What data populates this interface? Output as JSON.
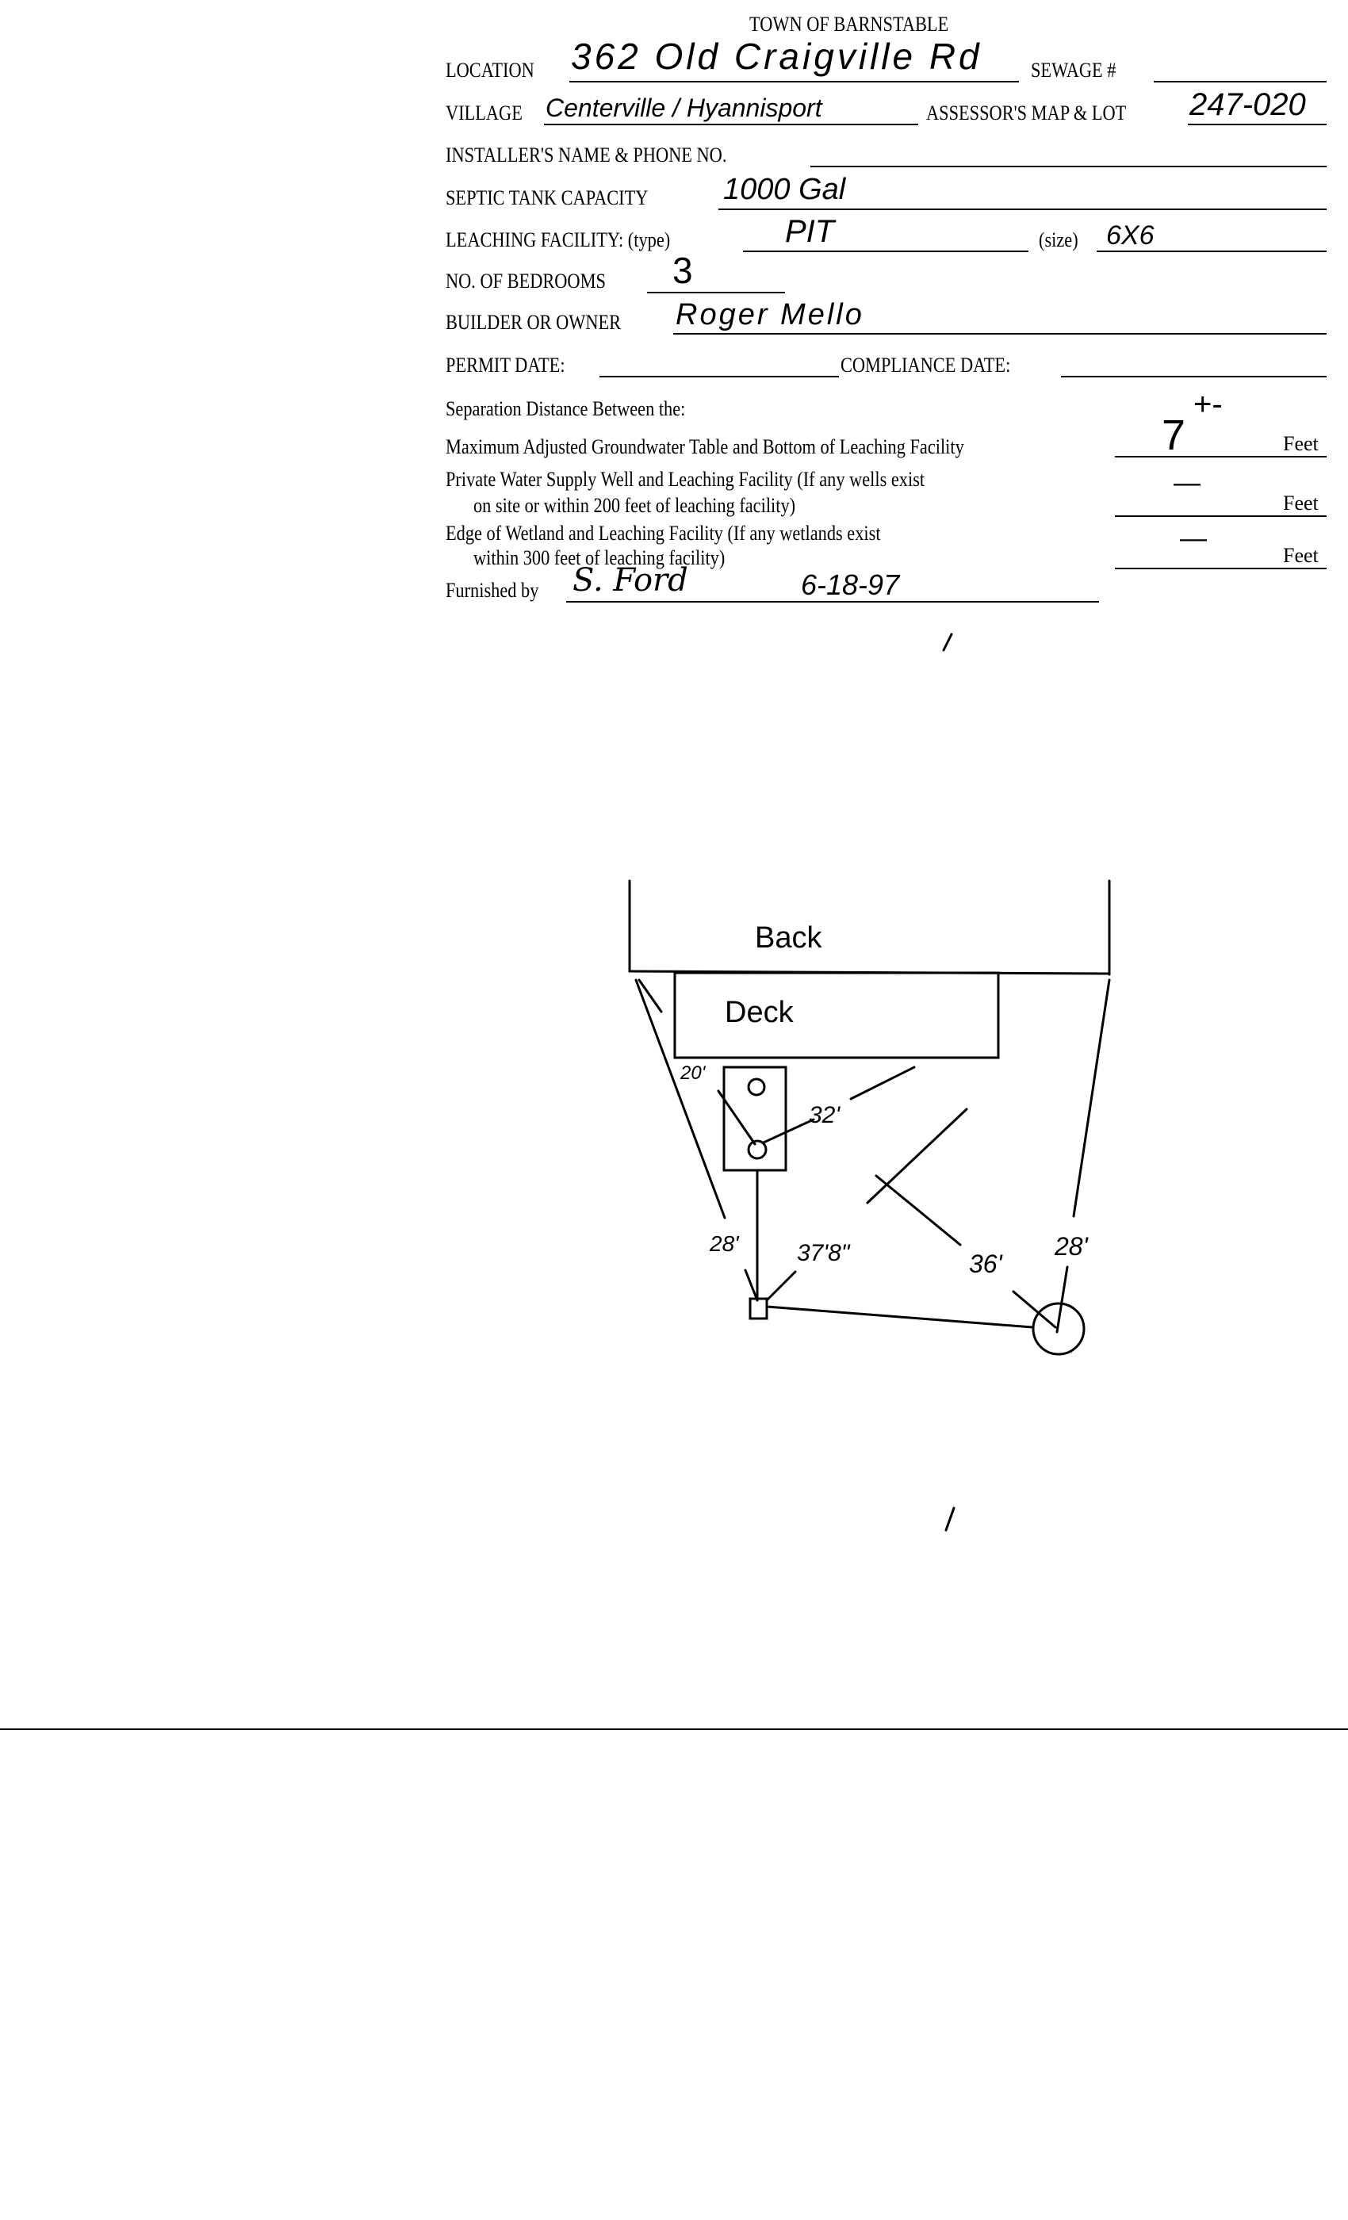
{
  "form": {
    "title": "TOWN OF BARNSTABLE",
    "location_label": "LOCATION",
    "location_value": "362 Old Craigville Rd",
    "sewage_label": "SEWAGE #",
    "village_label": "VILLAGE",
    "village_value": "Centerville / Hyannisport",
    "assessor_label": "ASSESSOR'S MAP & LOT",
    "assessor_value": "247-020",
    "installer_label": "INSTALLER'S NAME & PHONE NO.",
    "septic_label": "SEPTIC TANK CAPACITY",
    "septic_value": "1000 Gal",
    "leaching_label": "LEACHING FACILITY: (type)",
    "leaching_type": "PIT",
    "size_label": "(size)",
    "size_value": "6X6",
    "bedrooms_label": "NO. OF BEDROOMS",
    "bedrooms_value": "3",
    "builder_label": "BUILDER OR OWNER",
    "builder_value": "Roger Mello",
    "permit_label": "PERMIT DATE:",
    "compliance_label": "COMPLIANCE  DATE:"
  },
  "separation": {
    "heading": "Separation Distance Between the:",
    "groundwater_label": "Maximum Adjusted Groundwater Table and Bottom of Leaching Facility",
    "groundwater_value": "7",
    "groundwater_mark": "+-",
    "well_label_1": "Private Water Supply Well and Leaching Facility  (If any wells exist",
    "well_label_2": "on site or within 200 feet of leaching facility)",
    "well_value": "—",
    "wetland_label_1": "Edge of Wetland and Leaching Facility (If any wetlands exist",
    "wetland_label_2": "within 300 feet of leaching facility)",
    "wetland_value": "—",
    "unit": "Feet",
    "furnished_label": "Furnished by",
    "furnished_name": "S. Ford",
    "furnished_date": "6-18-97"
  },
  "sketch": {
    "back_label": "Back",
    "deck_label": "Deck",
    "dist_tank_deck": "20'",
    "dist_tank_32": "32'",
    "dist_left_28": "28'",
    "dist_diag": "37'8\"",
    "dist_36": "36'",
    "dist_right_28": "28'"
  }
}
